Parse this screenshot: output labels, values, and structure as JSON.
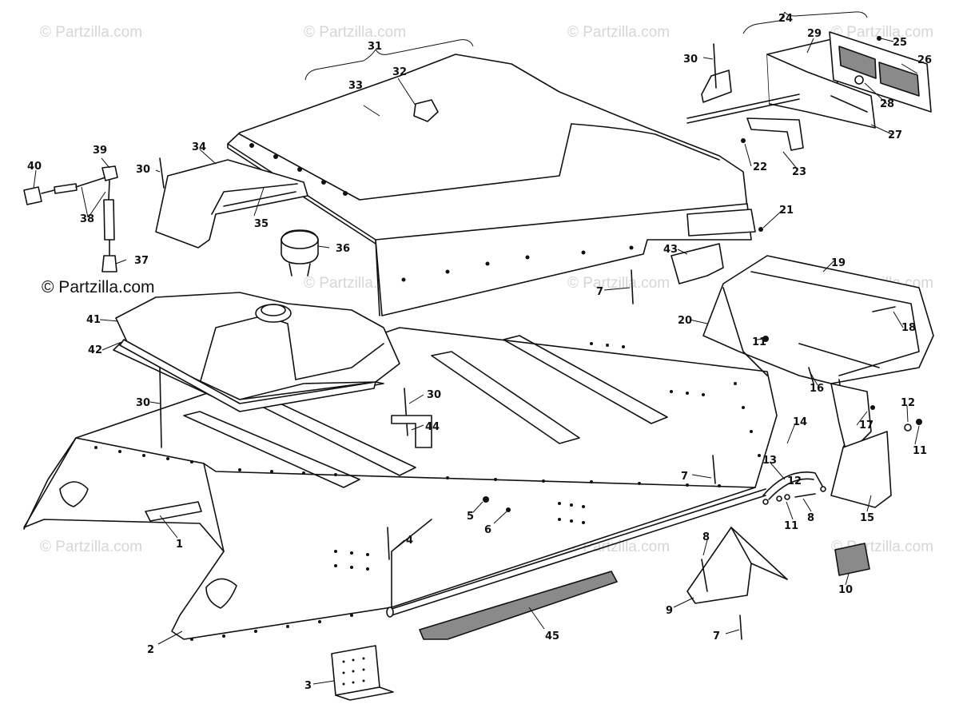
{
  "watermark_text": "© Partzilla.com",
  "callouts": [
    "1",
    "2",
    "3",
    "4",
    "5",
    "6",
    "7",
    "8",
    "9",
    "10",
    "11",
    "12",
    "13",
    "14",
    "15",
    "16",
    "17",
    "18",
    "19",
    "20",
    "21",
    "22",
    "23",
    "24",
    "25",
    "26",
    "27",
    "28",
    "29",
    "30",
    "31",
    "32",
    "33",
    "34",
    "35",
    "36",
    "37",
    "38",
    "39",
    "40",
    "41",
    "42",
    "43",
    "44",
    "45"
  ],
  "colors": {
    "line": "#111111",
    "watermark": "#d6d6d6",
    "background": "#ffffff"
  }
}
